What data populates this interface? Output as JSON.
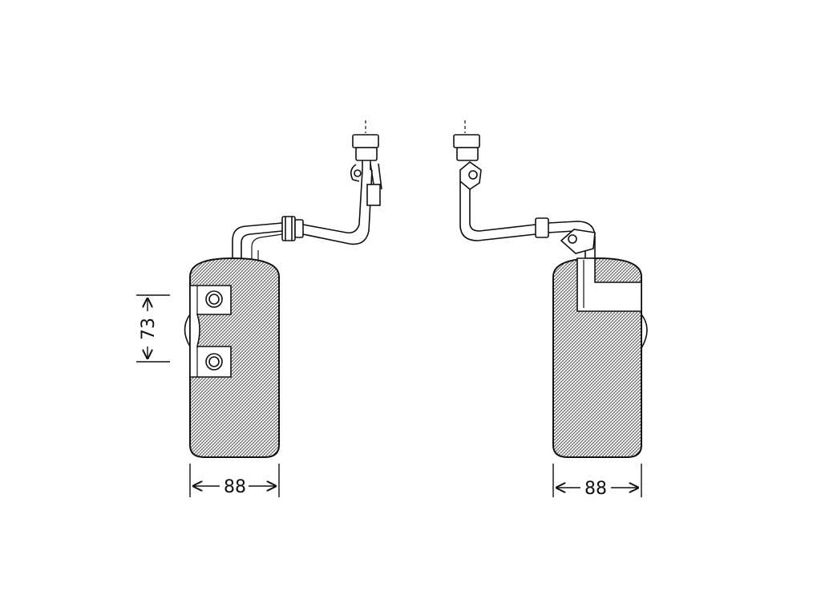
{
  "dimensions": {
    "left_width": "88",
    "left_clamp_spacing": "73",
    "right_width": "88"
  },
  "colors": {
    "line": "#111111",
    "hatch": "#555555",
    "background": "#ffffff"
  }
}
